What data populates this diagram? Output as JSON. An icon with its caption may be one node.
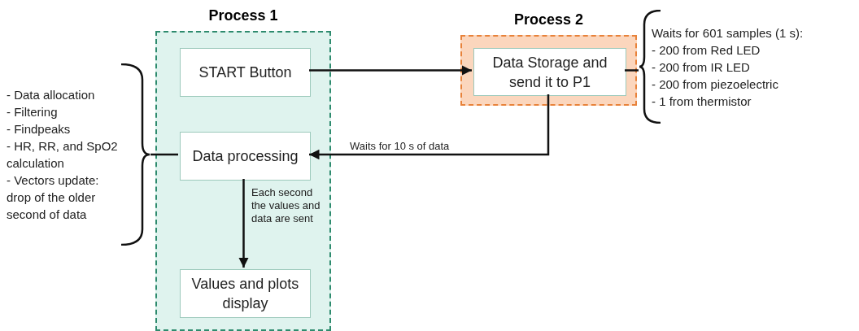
{
  "diagram": {
    "nodes": [
      {
        "text": [
          "Process 1"
        ]
      },
      {
        "text": [
          "START Button"
        ],
        "in": 0
      },
      {
        "text": [
          "Data processing"
        ],
        "in": 0
      },
      {
        "text": [
          "Values and plots display"
        ],
        "in": 0
      },
      {
        "text": [
          "Process 2"
        ]
      },
      {
        "text": [
          "Data Storage and send it to P1"
        ],
        "in": 4
      },
      {
        "text": [
          "- Data allocation",
          "- Filtering",
          "- Findpeaks",
          "- HR, RR, and SpO2 calculation",
          "- Vectors update: drop of the older second of data"
        ]
      },
      {
        "text": [
          "Waits for 601 samples (1 s):",
          "- 200 from Red LED",
          "- 200 from IR LED",
          "- 200 from piezoelectric",
          "- 1 from thermistor"
        ]
      }
    ],
    "edges": [
      {
        "from": 1,
        "to": 5,
        "arrow": "to"
      },
      {
        "from": 5,
        "to": 2,
        "arrow": "to",
        "label": "Waits for 10 s of data"
      },
      {
        "from": 2,
        "to": 3,
        "arrow": "to",
        "label": "Each second the values and data are sent"
      },
      {
        "from": 6,
        "to": 2,
        "arrow": "none"
      },
      {
        "from": 5,
        "to": 7,
        "arrow": "none"
      }
    ]
  }
}
